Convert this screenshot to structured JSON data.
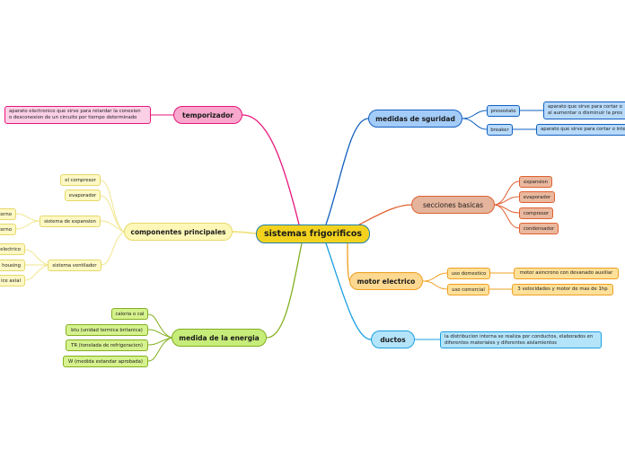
{
  "colors": {
    "root_fill": "#f2d21e",
    "temporizador": "#e8157b",
    "componentes": "#f0e68c",
    "medida": "#82b01e",
    "sgurid": "#1260c0",
    "secciones": "#e06030",
    "motor": "#f0a020",
    "ductos": "#1aa0e0"
  },
  "root": {
    "label": "sistemas frigorificos"
  },
  "temporizador": {
    "label": "temporizador",
    "note_lines": [
      "aparato electronico que sirve para retardar la conexion",
      "o desconexion de un circuito por tiempo determinado"
    ]
  },
  "componentes": {
    "label": "componentes principales",
    "items": {
      "compresor": "el compresor",
      "evaporador": "evaporador",
      "expansion": {
        "label": "sistema de expansion",
        "children": [
          "terno",
          "terno"
        ]
      },
      "ventilador": {
        "label": "sistema ventilador",
        "children": [
          "electrico",
          "housing",
          "ice axial"
        ]
      }
    }
  },
  "medida": {
    "label": "medida de la energia",
    "items": [
      "caloria o cal",
      "btu (unidad termica britanica)",
      "TR (tonelada de refrigeracion)",
      "W (medida estandar aprobada)"
    ]
  },
  "sgurid": {
    "label": "medidas de sguridad",
    "presostato": {
      "label": "presostato",
      "note_lines": [
        "aparato que sirve para cortar o",
        "al aumentar o disminuir la pres"
      ]
    },
    "breaker": {
      "label": "breaker",
      "note": "aparato que sirve para cortar o inte"
    }
  },
  "secciones": {
    "label": "secciones basicas",
    "items": [
      "expansion",
      "evaporador",
      "compresor",
      "condensador"
    ]
  },
  "motor": {
    "label": "motor electrico",
    "domestico": {
      "label": "uso domestico",
      "note": "motor asincrono con devanado auxiliar"
    },
    "comercial": {
      "label": "uso comercial",
      "note": "3 velocidades y motor de mas de 1hp"
    }
  },
  "ductos": {
    "label": "ductos",
    "note_lines": [
      "la distribucion interna se realiza por conductos, elaborados en",
      "diferentes materiales y diferentes aislamientos"
    ]
  }
}
